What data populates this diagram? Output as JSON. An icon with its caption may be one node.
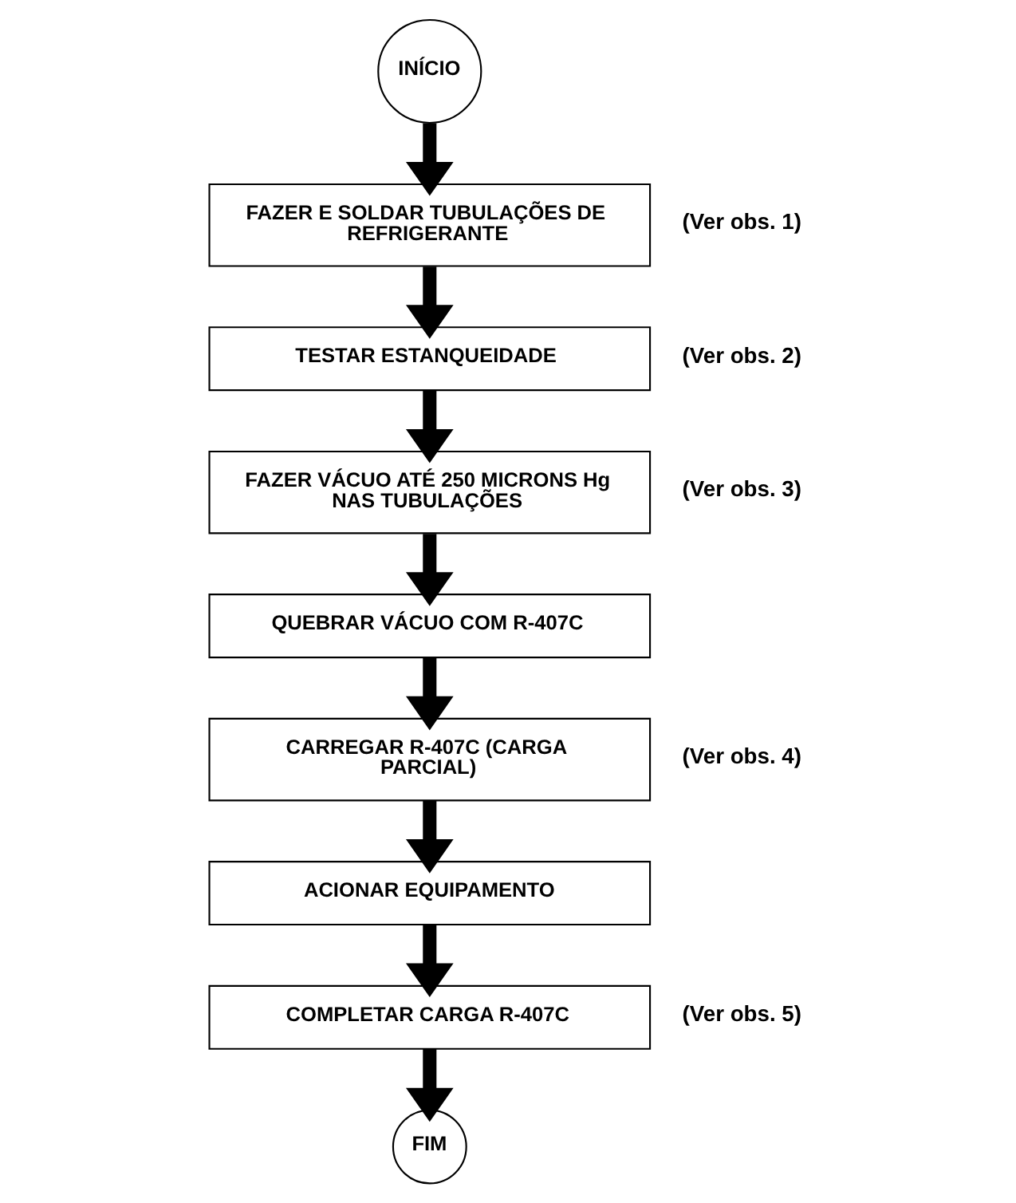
{
  "diagram": {
    "nodes": [
      {
        "text": [
          "INÍCIO"
        ]
      },
      {
        "text": [
          "FAZER E SOLDAR TUBULAÇÕES DE REFRIGERANTE"
        ],
        "beside": [
          "(Ver obs. 1)"
        ]
      },
      {
        "text": [
          "TESTAR ESTANQUEIDADE"
        ],
        "beside": [
          "(Ver obs. 2)"
        ]
      },
      {
        "text": [
          "FAZER VÁCUO ATÉ 250 MICRONS Hg NAS TUBULAÇÕES"
        ],
        "beside": [
          "(Ver obs. 3)"
        ]
      },
      {
        "text": [
          "QUEBRAR VÁCUO COM R-407C"
        ]
      },
      {
        "text": [
          "CARREGAR R-407C (CARGA PARCIAL)"
        ],
        "beside": [
          "(Ver obs. 4)"
        ]
      },
      {
        "text": [
          "ACIONAR EQUIPAMENTO"
        ]
      },
      {
        "text": [
          "COMPLETAR CARGA R-407C"
        ],
        "beside": [
          "(Ver obs. 5)"
        ]
      },
      {
        "text": [
          "FIM"
        ]
      }
    ],
    "edges": [
      {
        "from": 0,
        "to": 1,
        "arrow": "to"
      },
      {
        "from": 1,
        "to": 2,
        "arrow": "to"
      },
      {
        "from": 2,
        "to": 3,
        "arrow": "to"
      },
      {
        "from": 3,
        "to": 4,
        "arrow": "to"
      },
      {
        "from": 4,
        "to": 5,
        "arrow": "to"
      },
      {
        "from": 5,
        "to": 6,
        "arrow": "to"
      },
      {
        "from": 6,
        "to": 7,
        "arrow": "to"
      },
      {
        "from": 7,
        "to": 8,
        "arrow": "to"
      }
    ]
  }
}
